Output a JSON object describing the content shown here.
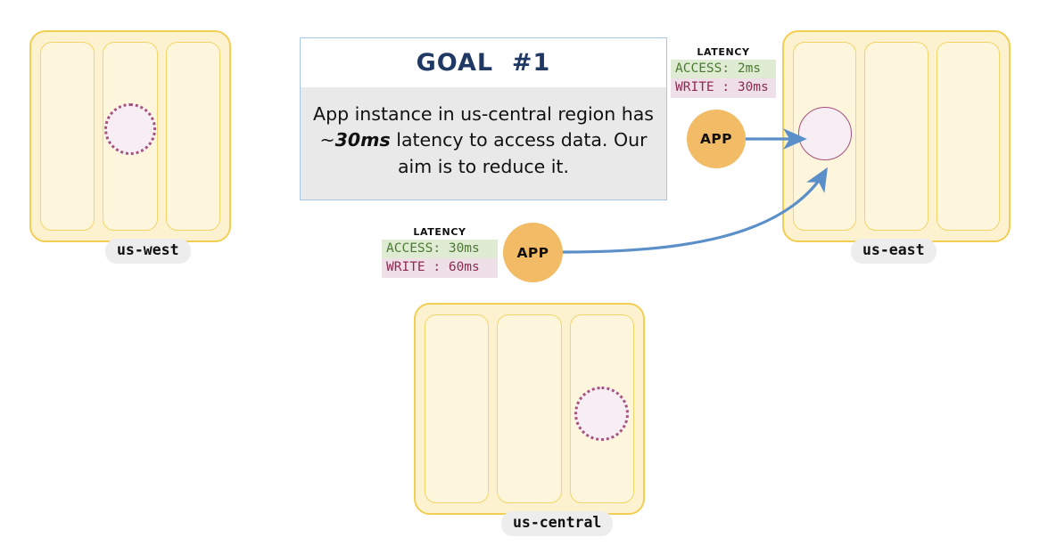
{
  "diagram": {
    "title": "Multi-region database latency diagram",
    "colors": {
      "region_fill": "#FCF2CF",
      "region_border": "#F2CE52",
      "zone_fill": "#FDF6DC",
      "zone_border": "#F4D569",
      "replica_fill": "#F7EEF4",
      "replica_border": "#A6527E",
      "app_fill": "#F2BB65",
      "arrow": "#5B8FC9",
      "goal_title": "#1F3864",
      "goal_body_bg": "#E9E9E9",
      "goal_border": "#A9C5E4",
      "access_bg": "#DFEBD3",
      "access_fg": "#4B7A33",
      "write_bg": "#EFE0E8",
      "write_fg": "#8C2A52",
      "label_pill_bg": "#EDEDED"
    }
  },
  "goal_card": {
    "title": "GOAL  #1",
    "text_before": "App instance in us-central region has ~",
    "text_emphasis": "30ms",
    "text_after": " latency to access data. Our aim is to reduce it.",
    "full_text": "App instance in us-central region has ~30ms latency to access data. Our aim is to reduce it."
  },
  "regions": [
    {
      "id": "us-west",
      "label": "us-west",
      "zones": [
        "zone-a",
        "zone-b",
        "zone-c"
      ],
      "replica": {
        "type": "follower",
        "style": "dotted",
        "zone_index": 1
      }
    },
    {
      "id": "us-east",
      "label": "us-east",
      "zones": [
        "zone-a",
        "zone-b",
        "zone-c"
      ],
      "replica": {
        "type": "leader",
        "style": "solid",
        "zone_index": 0
      }
    },
    {
      "id": "us-central",
      "label": "us-central",
      "zones": [
        "zone-a",
        "zone-b",
        "zone-c"
      ],
      "replica": {
        "type": "follower",
        "style": "dotted",
        "zone_index": 2
      }
    }
  ],
  "latency_panels": [
    {
      "id": "us-east-latency",
      "caption": "LATENCY",
      "access": "ACCESS: 2ms",
      "write": "WRITE : 30ms",
      "access_value_ms": 2,
      "write_value_ms": 30
    },
    {
      "id": "us-central-latency",
      "caption": "LATENCY",
      "access": "ACCESS: 30ms",
      "write": "WRITE : 60ms",
      "access_value_ms": 30,
      "write_value_ms": 60
    }
  ],
  "app_nodes": [
    {
      "id": "app-us-east",
      "label": "APP",
      "region": "us-east"
    },
    {
      "id": "app-us-central",
      "label": "APP",
      "region": "us-central"
    }
  ],
  "connections": [
    {
      "id": "east-app-to-leader",
      "from": "app-us-east",
      "to": "us-east-leader-replica",
      "shape": "straight"
    },
    {
      "id": "central-app-to-leader",
      "from": "app-us-central",
      "to": "us-east-leader-replica",
      "shape": "curved"
    }
  ]
}
